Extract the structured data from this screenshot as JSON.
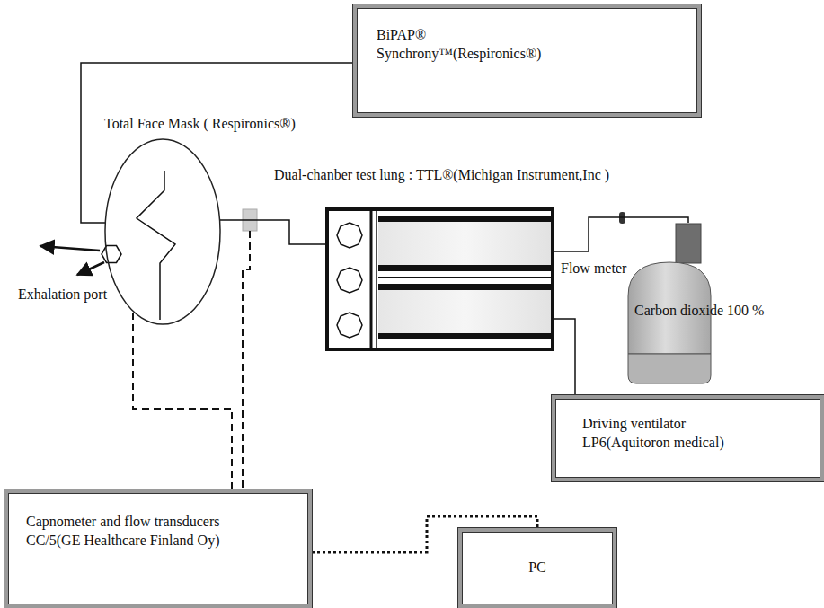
{
  "diagram": {
    "nodes": [
      {
        "text": [
          "BiPAP® Synchrony™(Respironics®)"
        ]
      },
      {
        "text": [
          "Total Face Mask ( Respironics®)"
        ]
      },
      {
        "text": [
          "Dual-chanber test lung : TTL®(Michigan Instrument,Inc )"
        ]
      },
      {
        "text": [
          "Carbon dioxide 100 %"
        ]
      },
      {
        "text": [
          "Driving ventilator LP6(Aquitoron medical)"
        ]
      },
      {
        "text": [
          "Capnometer and flow transducers CC/5(GE Healthcare Finland Oy)"
        ]
      },
      {
        "text": [
          "PC"
        ]
      }
    ],
    "edges": [
      {
        "from": 0,
        "to": 1,
        "arrow": "none"
      },
      {
        "from": 1,
        "to": 2,
        "arrow": "none"
      },
      {
        "from": 3,
        "to": 2,
        "label": "Flow meter",
        "arrow": "none"
      },
      {
        "from": 4,
        "to": 2,
        "arrow": "none"
      },
      {
        "from": 5,
        "to": 1,
        "arrow": "none"
      },
      {
        "from": 5,
        "to": 6,
        "arrow": "none"
      }
    ],
    "labels": [
      "Exhalation port"
    ]
  }
}
